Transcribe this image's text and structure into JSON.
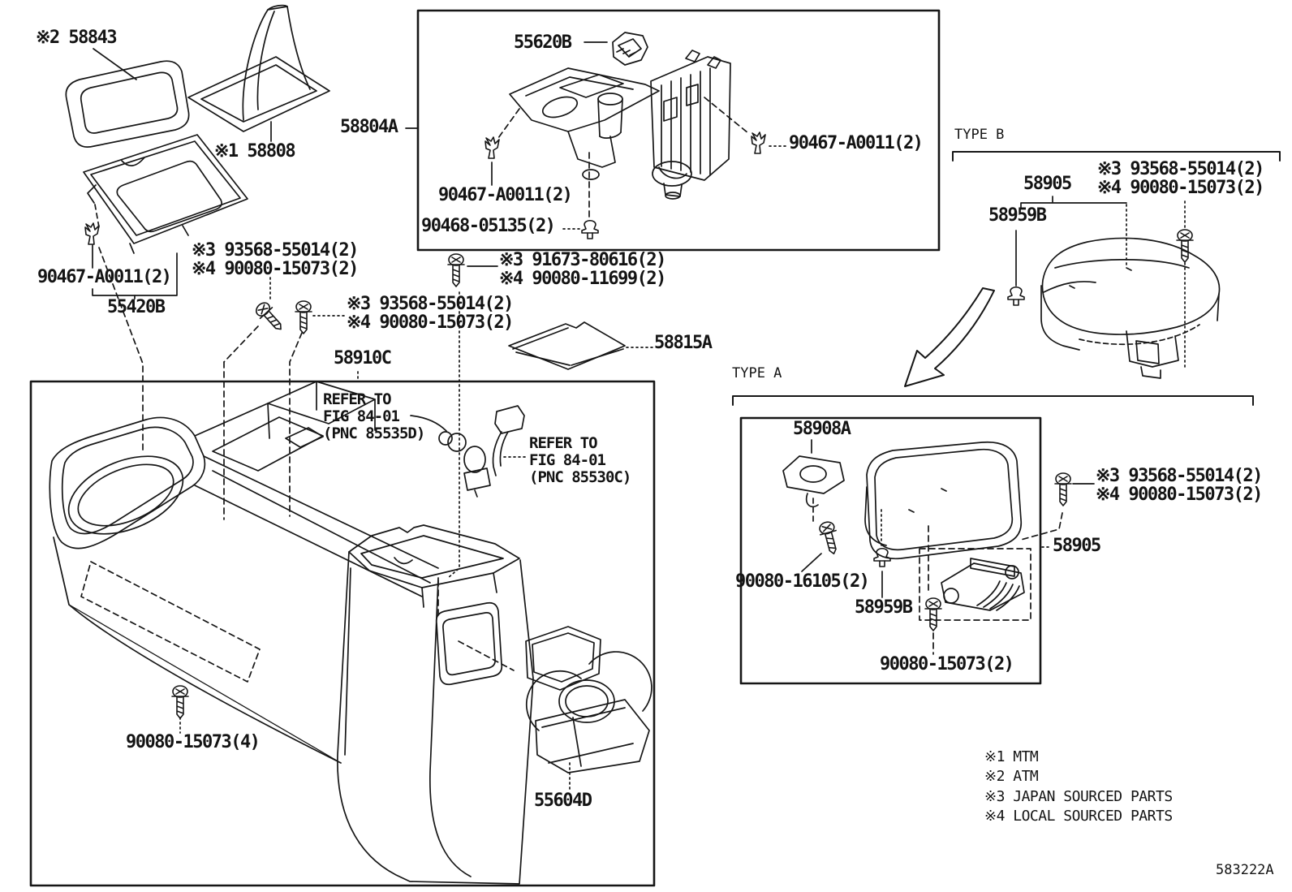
{
  "figure": {
    "code": "583222A"
  },
  "sections": {
    "type_a": "TYPE A",
    "type_b": "TYPE B"
  },
  "labels": {
    "bezel_58843": "※2 58843",
    "boot_58808": "※1 58808",
    "clip_55620b": "55620B",
    "panel_58804a": "58804A",
    "clip_90467_box": "90467-A0011(2)",
    "grommet_90468": "90468-05135(2)",
    "clip_90467_right": "90467-A0011(2)",
    "clip_90467_left": "90467-A0011(2)",
    "panel_55420b": "55420B",
    "screw_93568_mid1": "※3 93568-55014(2)",
    "screw_90080_mid1": "※4 90080-15073(2)",
    "screw_91673": "※3 91673-80616(2)",
    "screw_90080_11699": "※4 90080-11699(2)",
    "screw_93568_mid2": "※3 93568-55014(2)",
    "screw_90080_mid2": "※4 90080-15073(2)",
    "mat_58815a": "58815A",
    "console_58910c": "58910C",
    "armrest_b_58905": "58905",
    "clip_b_58959b": "58959B",
    "screw_93568_b": "※3 93568-55014(2)",
    "screw_90080_b": "※4 90080-15073(2)",
    "bracket_58908a": "58908A",
    "screw_93568_a": "※3 93568-55014(2)",
    "screw_90080_a": "※4 90080-15073(2)",
    "armrest_a_58905": "58905",
    "screw_90080_16105": "90080-16105(2)",
    "clip_a_58959b": "58959B",
    "screw_90080_15073_a": "90080-15073(2)",
    "screw_90080_15073_floor": "90080-15073(4)",
    "cupholder_55604d": "55604D"
  },
  "notes": {
    "refer1": [
      "REFER TO",
      "FIG 84-01",
      "(PNC 85535D)"
    ],
    "refer2": [
      "REFER TO",
      "FIG 84-01",
      "(PNC 85530C)"
    ]
  },
  "legend": [
    "※1 MTM",
    "※2 ATM",
    "※3 JAPAN SOURCED PARTS",
    "※4 LOCAL SOURCED PARTS"
  ]
}
